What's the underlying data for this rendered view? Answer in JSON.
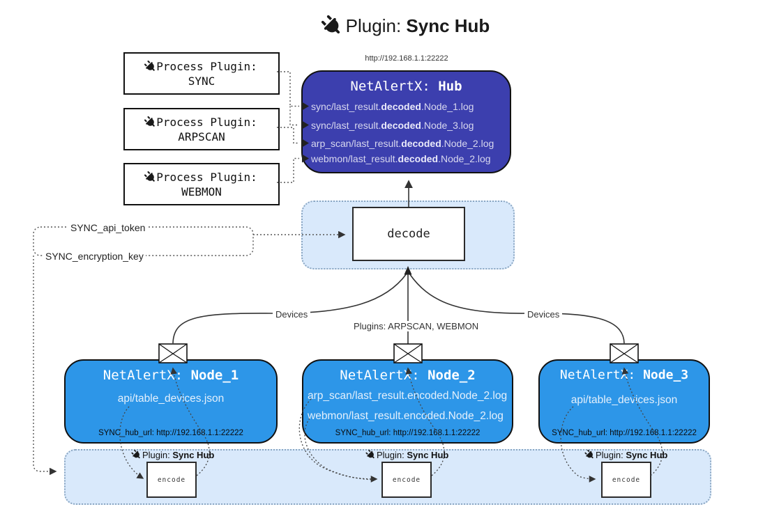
{
  "title": {
    "prefix": "Plugin: ",
    "highlight": "Sync Hub"
  },
  "hub": {
    "url": "http://192.168.1.1:22222",
    "title_prefix": "NetAlertX: ",
    "title_name": "Hub",
    "logs": [
      {
        "pre": "sync/last_result.",
        "bold": "decoded",
        "post": ".Node_1.log"
      },
      {
        "pre": "sync/last_result.",
        "bold": "decoded",
        "post": ".Node_3.log"
      },
      {
        "pre": "arp_scan/last_result.",
        "bold": "decoded",
        "post": ".Node_2.log"
      },
      {
        "pre": "webmon/last_result.",
        "bold": "decoded",
        "post": ".Node_2.log"
      }
    ]
  },
  "process_plugins": [
    {
      "label": "Process Plugin:",
      "name": "SYNC"
    },
    {
      "label": "Process Plugin:",
      "name": "ARPSCAN"
    },
    {
      "label": "Process Plugin:",
      "name": "WEBMON"
    }
  ],
  "decode": {
    "label": "decode"
  },
  "settings": {
    "api_token": "SYNC_api_token",
    "encryption_key": "SYNC_encryption_key"
  },
  "edge_labels": {
    "devices_left": "Devices",
    "plugins_center": "Plugins: ARPSCAN, WEBMON",
    "devices_right": "Devices"
  },
  "nodes": [
    {
      "title_prefix": "NetAlertX: ",
      "title_name": "Node_1",
      "files": [
        "api/table_devices.json"
      ],
      "hub_url": "SYNC_hub_url: http://192.168.1.1:22222"
    },
    {
      "title_prefix": "NetAlertX: ",
      "title_name": "Node_2",
      "files": [
        "arp_scan/last_result.encoded.Node_2.log",
        "webmon/last_result.encoded.Node_2.log"
      ],
      "hub_url": "SYNC_hub_url: http://192.168.1.1:22222"
    },
    {
      "title_prefix": "NetAlertX: ",
      "title_name": "Node_3",
      "files": [
        "api/table_devices.json"
      ],
      "hub_url": "SYNC_hub_url: http://192.168.1.1:22222"
    }
  ],
  "encoders": [
    {
      "label_prefix": "Plugin: ",
      "label_name": "Sync Hub",
      "box_label": "encode"
    },
    {
      "label_prefix": "Plugin: ",
      "label_name": "Sync Hub",
      "box_label": "encode"
    },
    {
      "label_prefix": "Plugin: ",
      "label_name": "Sync Hub",
      "box_label": "encode"
    }
  ],
  "colors": {
    "hub_fill": "#3c3fae",
    "node_fill": "#2d96e8",
    "panel_fill": "#d9e9fb",
    "panel_border": "#8aa6c2",
    "line": "#333333"
  }
}
